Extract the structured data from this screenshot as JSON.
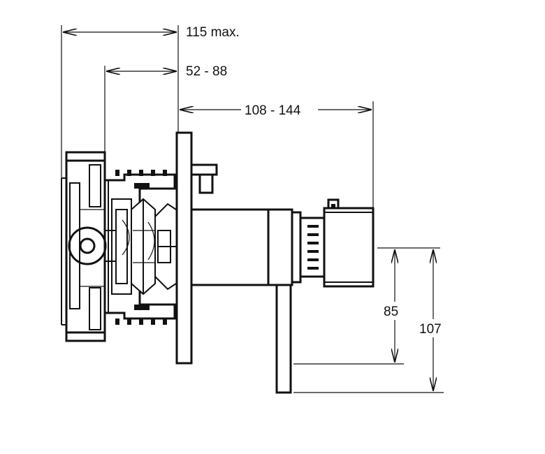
{
  "dimensions": {
    "overall_depth": "115 max.",
    "wall_depth_range": "52 - 88",
    "projection_range": "108 - 144",
    "lever_height_upper": "85",
    "lever_height_total": "107"
  }
}
